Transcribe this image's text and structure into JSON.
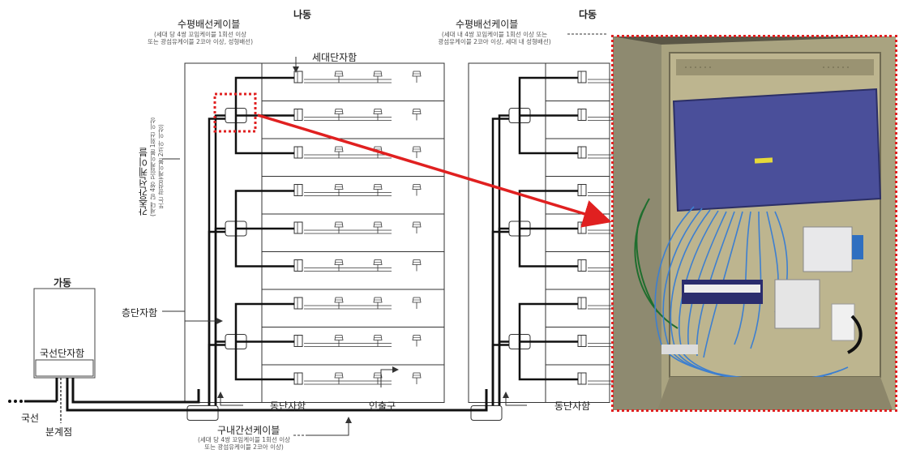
{
  "buildings": {
    "ga": {
      "title": "가동",
      "box_label": "국선단자함"
    },
    "na": {
      "title": "나동"
    },
    "da": {
      "title": "다동"
    }
  },
  "labels": {
    "horizontal_cable_na": "수평배선케이블",
    "horizontal_cable_na_note1": "(세대 당 4쌍 꼬임케이블 1회선 이상",
    "horizontal_cable_na_note2": "또는 광섬유케이블 2코아 이상, 성형배선)",
    "horizontal_cable_da": "수평배선케이블",
    "horizontal_cable_da_note1": "(세대 내 4쌍 꼬임케이블 1회선 이상 또는",
    "horizontal_cable_da_note2": "광섬유케이블 2코아 이상, 세대 내 성형배선)",
    "unit_box": "세대단자함",
    "floor_cable": "간층간선케이블",
    "floor_cable_note1": "(세대 당 4쌍 꼬임케이블 1회선 이상",
    "floor_cable_note2": "또는 광섬유케이블 2코아 이상)",
    "floor_box": "층단자함",
    "building_box_na": "동단자함",
    "building_box_da": "동단자함",
    "outlet": "인출구",
    "external_line": "국선",
    "demarcation": "분계점",
    "campus_cable": "구내간선케이블",
    "campus_cable_note1": "(세대 당 4쌍 꼬임케이블 1회선 이상",
    "campus_cable_note2": "또는 광섬유케이블 2코아 이상)"
  },
  "colors": {
    "highlight": "#e02020",
    "arrow": "#e02020",
    "cable": "#111111",
    "cabinet": "#b7b08f",
    "panel": "#4a4f9a",
    "wire": "#3d7fd0"
  }
}
